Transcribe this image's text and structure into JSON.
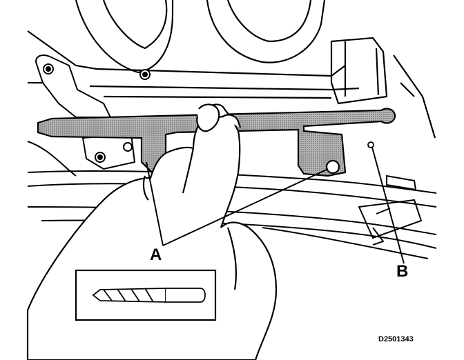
{
  "callouts": {
    "a": "A",
    "b": "B"
  },
  "document_id": "D2501343",
  "colors": {
    "line": "#000000",
    "tool_fill": "#8a8a8a",
    "background": "#ffffff"
  },
  "inset": {
    "content": "drill-bit-icon"
  }
}
